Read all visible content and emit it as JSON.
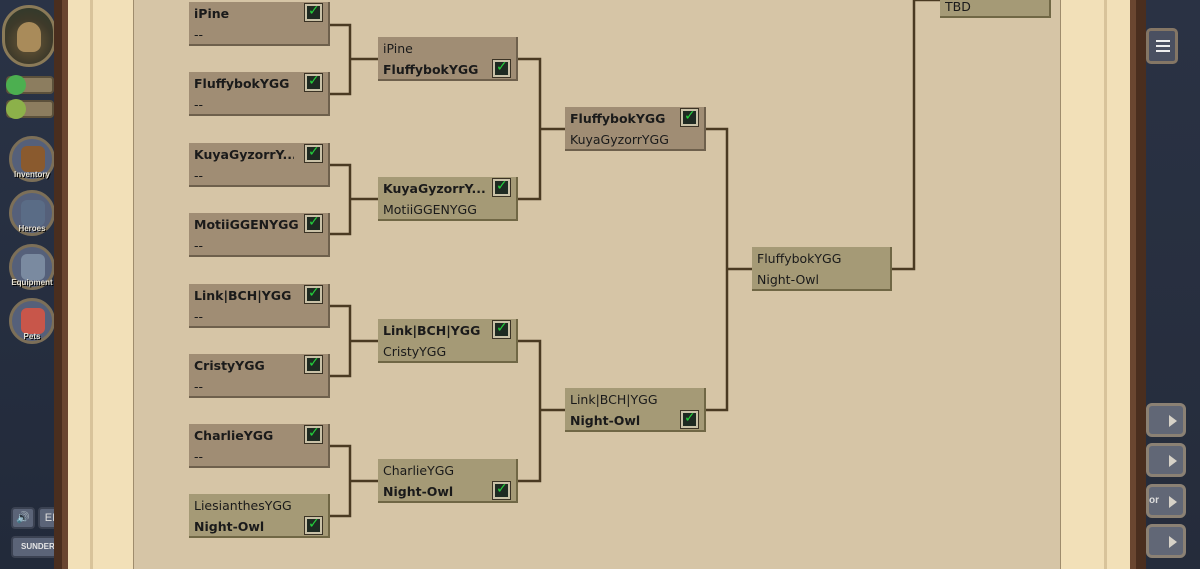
{
  "sidebar": {
    "nav": [
      {
        "label": "Inventory",
        "icon": "chest-icon"
      },
      {
        "label": "Heroes",
        "icon": "knight-icon"
      },
      {
        "label": "Equipment",
        "icon": "armor-icon"
      },
      {
        "label": "Pets",
        "icon": "pets-icon"
      }
    ],
    "sound_icon": "🔊",
    "extra_button_text": "EI",
    "bottom_button": "SUNDER"
  },
  "right_panel": {
    "tbd_text": "TBD",
    "partial_tab_text": "or"
  },
  "bracket": {
    "round1": [
      {
        "p1": "iPine",
        "p1_score": "--",
        "p2": "FluffybokYGG",
        "p2_score": "--"
      },
      {
        "p1": "KuyaGyzorrY...",
        "p1_score": "--",
        "p2": "MotiiGGENYGG",
        "p2_score": "--"
      },
      {
        "p1": "Link|BCH|YGG",
        "p1_score": "--",
        "p2": "CristyYGG",
        "p2_score": "--"
      },
      {
        "p1": "CharlieYGG",
        "p1_score": "--",
        "p2": "LiesianthesYGG",
        "p2_score": "Night-Owl"
      }
    ],
    "round2": [
      {
        "top": "iPine",
        "bottom": "FluffybokYGG",
        "winner": "bottom"
      },
      {
        "top": "KuyaGyzorrY...",
        "bottom": "MotiiGGENYGG",
        "winner": "top"
      },
      {
        "top": "Link|BCH|YGG",
        "bottom": "CristyYGG",
        "winner": "top"
      },
      {
        "top": "CharlieYGG",
        "bottom": "Night-Owl",
        "winner": "bottom"
      }
    ],
    "round3": [
      {
        "top": "FluffybokYGG",
        "bottom": "KuyaGyzorrYGG",
        "winner": "top"
      },
      {
        "top": "Link|BCH|YGG",
        "bottom": "Night-Owl",
        "winner": "bottom"
      }
    ],
    "round4": [
      {
        "top": "FluffybokYGG",
        "bottom": "Night-Owl"
      }
    ]
  },
  "colors": {
    "connector": "#4a3a22",
    "check_green": "#23d13c"
  }
}
